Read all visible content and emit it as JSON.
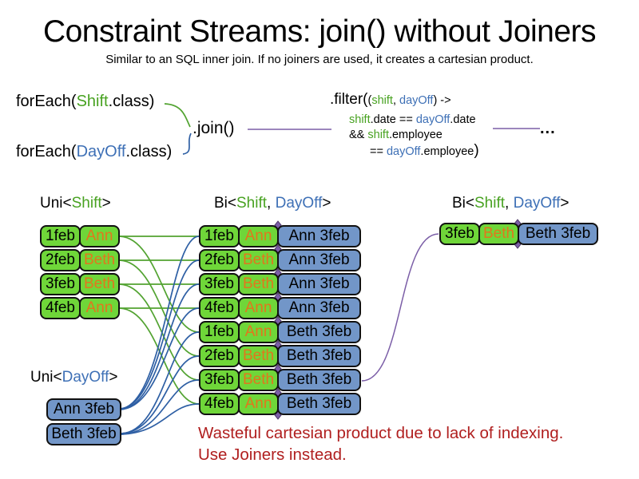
{
  "title": "Constraint Streams: join() without Joiners",
  "subtitle": "Similar to an SQL inner join. If no joiners are used, it creates a cartesian product.",
  "code": {
    "foreach_shift_pre": "forEach(",
    "foreach_shift_class": "Shift",
    "foreach_shift_post": ".class)",
    "foreach_dayoff_pre": "forEach(",
    "foreach_dayoff_class": "DayOff",
    "foreach_dayoff_post": ".class)",
    "join_label": ".join()",
    "ellipsis": "...",
    "filter_l1_fn": ".filter(",
    "filter_l1_open": "(",
    "filter_l1_shift": "shift",
    "filter_l1_comma": ", ",
    "filter_l1_dayoff": "dayOff",
    "filter_l1_arrow": ") ->",
    "filter_l2_shift": "shift",
    "filter_l2_mid": ".date == ",
    "filter_l2_dayoff": "dayOff",
    "filter_l2_end": ".date",
    "filter_l3_amp": "&& ",
    "filter_l3_shift": "shift",
    "filter_l3_end": ".employee",
    "filter_l4_eq": "== ",
    "filter_l4_dayoff": "dayOff",
    "filter_l4_end": ".employee",
    "filter_l4_close": ")"
  },
  "labels": {
    "uni_pre": "Uni<",
    "bi_pre": "Bi<",
    "shift": "Shift",
    "dayoff": "DayOff",
    "comma": ", ",
    "gt": ">"
  },
  "tables": {
    "shift_rows": [
      {
        "date": "1feb",
        "name": "Ann"
      },
      {
        "date": "2feb",
        "name": "Beth"
      },
      {
        "date": "3feb",
        "name": "Beth"
      },
      {
        "date": "4feb",
        "name": "Ann"
      }
    ],
    "dayoff_rows": [
      "Ann 3feb",
      "Beth 3feb"
    ],
    "bi_rows": [
      {
        "date": "1feb",
        "name": "Ann",
        "dayoff": "Ann 3feb"
      },
      {
        "date": "2feb",
        "name": "Beth",
        "dayoff": "Ann 3feb"
      },
      {
        "date": "3feb",
        "name": "Beth",
        "dayoff": "Ann 3feb"
      },
      {
        "date": "4feb",
        "name": "Ann",
        "dayoff": "Ann 3feb"
      },
      {
        "date": "1feb",
        "name": "Ann",
        "dayoff": "Beth 3feb"
      },
      {
        "date": "2feb",
        "name": "Beth",
        "dayoff": "Beth 3feb"
      },
      {
        "date": "3feb",
        "name": "Beth",
        "dayoff": "Beth 3feb"
      },
      {
        "date": "4feb",
        "name": "Ann",
        "dayoff": "Beth 3feb"
      }
    ],
    "result_row": {
      "date": "3feb",
      "name": "Beth",
      "dayoff": "Beth 3feb"
    }
  },
  "warning": {
    "line1": "Wasteful cartesian product due to lack of indexing.",
    "line2": "Use Joiners instead."
  },
  "colors": {
    "shift_green_text": "#48a221",
    "dayoff_blue_text": "#3e70b6",
    "cell_green": "#6fd639",
    "cell_blue": "#7296c8",
    "employee_orange": "#e2761d",
    "line_green": "#52a331",
    "line_blue": "#2e5fa4",
    "pair_purple": "#7b5ea7",
    "warning_red": "#b01f1f"
  }
}
